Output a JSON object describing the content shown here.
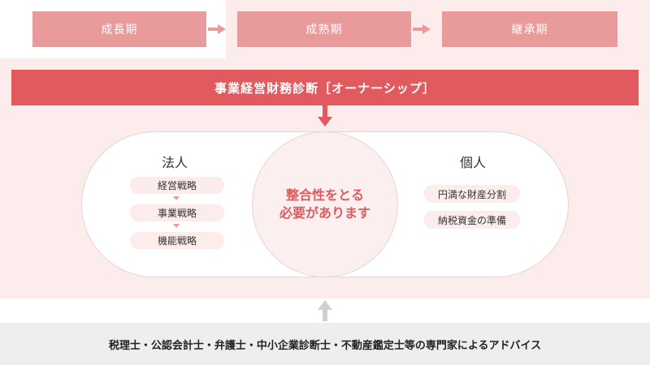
{
  "stages": [
    "成長期",
    "成熟期",
    "継承期"
  ],
  "banner": "事業経営財務診断［オーナーシップ］",
  "left": {
    "heading": "法人",
    "items": [
      "経営戦略",
      "事業戦略",
      "機能戦略"
    ]
  },
  "center": {
    "line1": "整合性をとる",
    "line2": "必要があります"
  },
  "right": {
    "heading": "個人",
    "items": [
      "円満な財産分割",
      "納税資金の準備"
    ]
  },
  "footer": "税理士・公認会計士・弁護士・中小企業診断士・不動産鑑定士等の専門家によるアドバイス",
  "colors": {
    "accent": "#e05a5e",
    "stage": "#e99a9b",
    "panel": "#fcecec"
  }
}
